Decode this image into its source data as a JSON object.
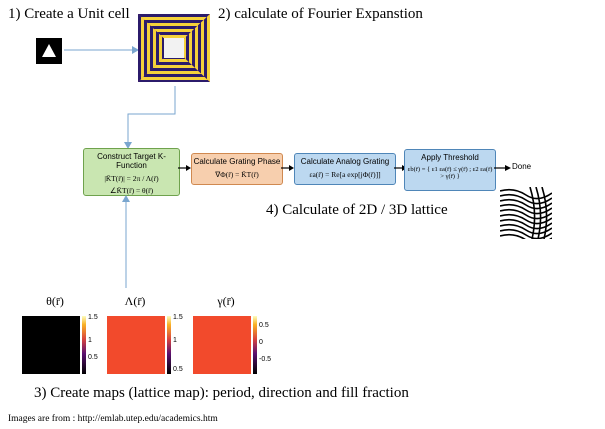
{
  "steps": {
    "step1": "1) Create a Unit cell",
    "step2": "2) calculate of Fourier Expanstion",
    "step3": "3) Create maps (lattice map): period, direction and fill fraction",
    "step4": "4) Calculate of 2D / 3D lattice"
  },
  "flow": {
    "box1": {
      "title": "Construct Target K-Function",
      "eq1": "|K̄T(r̄)| = 2π / Λ(r̄)",
      "eq2": "∠K̄T(r̄) = θ(r̄)"
    },
    "box2": {
      "title": "Calculate Grating Phase",
      "eq1": "∇Φ(r̄) = K̄T(r̄)"
    },
    "box3": {
      "title": "Calculate Analog Grating",
      "eq1": "εa(r̄) = Re[a exp[jΦ(r̄)]]"
    },
    "box4": {
      "title": "Apply Threshold",
      "eq1": "εb(r̄) = { ε1  εa(r̄) ≤ γ(r̄) ; ε2  εa(r̄) > γ(r̄) }"
    },
    "done": "Done"
  },
  "maps": [
    {
      "label": "θ(r̄)",
      "color": "#000000",
      "ticks": [
        "1.5",
        "1",
        "0.5"
      ]
    },
    {
      "label": "Λ(r̄)",
      "color": "#f24a2c",
      "ticks": [
        "1.5",
        "1",
        "0.5"
      ]
    },
    {
      "label": "γ(r̄)",
      "color": "#f24a2c",
      "ticks": [
        "0.5",
        "0",
        "-0.5"
      ]
    }
  ],
  "caption": "Images are from : http://emlab.utep.edu/academics.htm",
  "colors": {
    "arrow": "#7aa6cf",
    "map_red": "#f24a2c"
  }
}
